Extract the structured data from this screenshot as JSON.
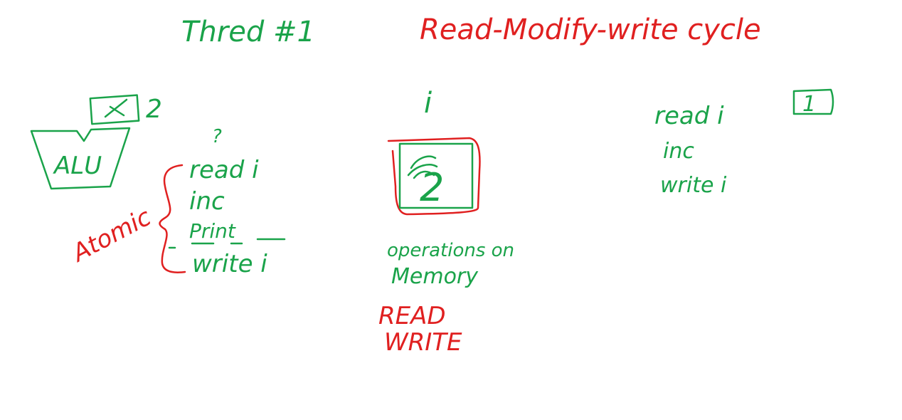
{
  "colors": {
    "green": "#1aa34a",
    "red": "#e02020",
    "background": "#ffffff"
  },
  "left": {
    "title": "Thred #1",
    "register_value": "2",
    "alu_label": "ALU",
    "question_mark": "?",
    "steps": [
      "read i",
      "inc",
      "Print",
      "write i"
    ],
    "bracket_label": "Atomic"
  },
  "center": {
    "title": "Read-Modify-write cycle",
    "variable": "i",
    "memory_value": "2",
    "caption_line1": "operations on",
    "caption_line2": "Memory",
    "ops": [
      "READ",
      "WRITE"
    ]
  },
  "right": {
    "steps": [
      "read i",
      "inc",
      "write i"
    ],
    "register_value": "1"
  }
}
